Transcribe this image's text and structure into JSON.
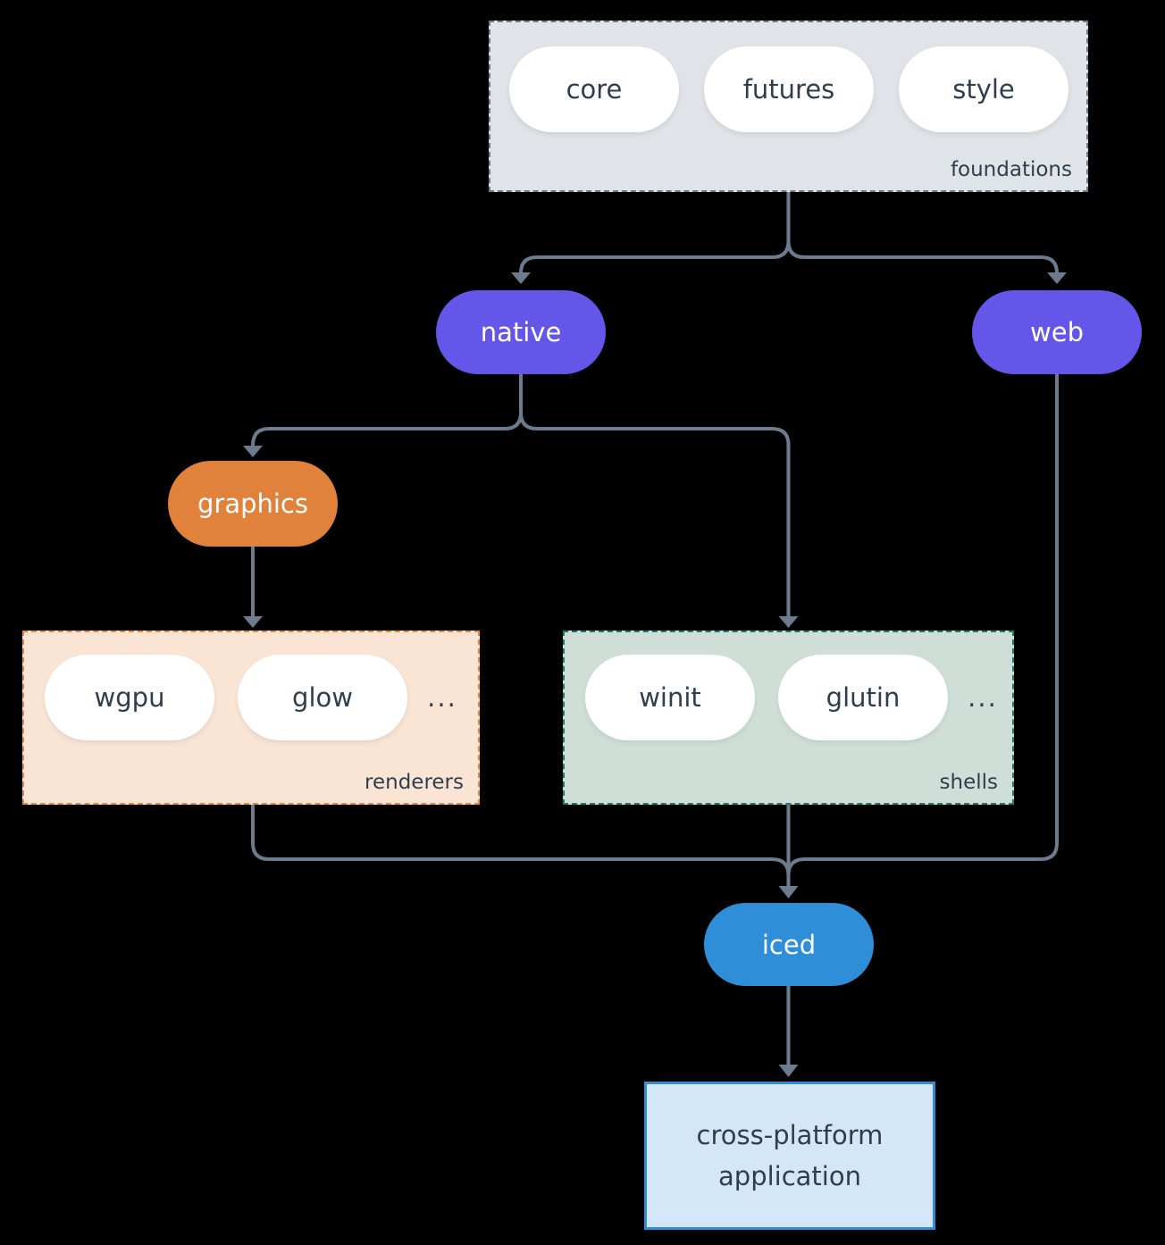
{
  "colors": {
    "background": "#000000",
    "arrow": "#6c7b8d",
    "text_dark": "#2f3e4e",
    "node_purple": "#6456e8",
    "node_orange": "#e0813c",
    "node_blue": "#2e8ed8",
    "foundations_bg": "#e0e4e8",
    "foundations_border": "#6b7c8c",
    "renderers_bg": "#fae5d5",
    "renderers_border": "#e8893f",
    "shells_bg": "#cfdfd8",
    "shells_border": "#20796a",
    "application_bg": "#d4e7f8",
    "application_border": "#2e8ed8"
  },
  "groups": {
    "foundations": {
      "label": "foundations",
      "items": [
        "core",
        "futures",
        "style"
      ]
    },
    "renderers": {
      "label": "renderers",
      "items": [
        "wgpu",
        "glow"
      ],
      "ellipsis": "..."
    },
    "shells": {
      "label": "shells",
      "items": [
        "winit",
        "glutin"
      ],
      "ellipsis": "..."
    }
  },
  "nodes": {
    "native": "native",
    "web": "web",
    "graphics": "graphics",
    "iced": "iced"
  },
  "application": {
    "line1": "cross-platform",
    "line2": "application"
  }
}
